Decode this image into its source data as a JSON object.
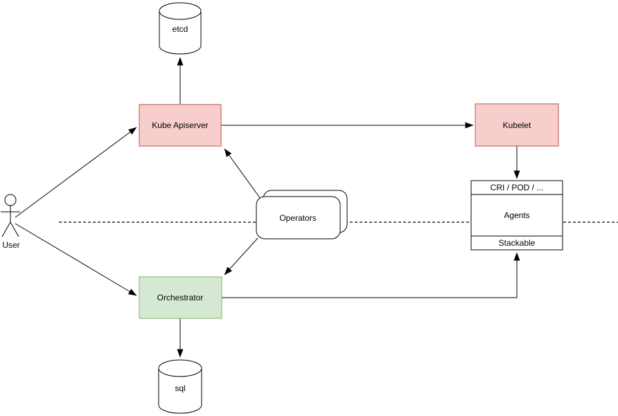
{
  "diagram": {
    "nodes": {
      "user": {
        "label": "User"
      },
      "etcd": {
        "label": "etcd"
      },
      "kube_apiserver": {
        "label": "Kube Apiserver"
      },
      "kubelet": {
        "label": "Kubelet"
      },
      "operators": {
        "label": "Operators"
      },
      "agents": {
        "header": "CRI / POD / ...",
        "label": "Agents",
        "footer": "Stackable"
      },
      "orchestrator": {
        "label": "Orchestrator"
      },
      "sql": {
        "label": "sql"
      }
    },
    "edges": [
      {
        "from": "user",
        "to": "kube_apiserver"
      },
      {
        "from": "user",
        "to": "orchestrator"
      },
      {
        "from": "kube_apiserver",
        "to": "etcd"
      },
      {
        "from": "kube_apiserver",
        "to": "kubelet"
      },
      {
        "from": "kubelet",
        "to": "agents"
      },
      {
        "from": "operators",
        "to": "kube_apiserver"
      },
      {
        "from": "operators",
        "to": "orchestrator"
      },
      {
        "from": "orchestrator",
        "to": "agents"
      },
      {
        "from": "orchestrator",
        "to": "sql"
      }
    ],
    "colors": {
      "red_fill": "#f8cecc",
      "red_stroke": "#b85450",
      "green_fill": "#d5e8d4",
      "green_stroke": "#82b366",
      "neutral_fill": "#ffffff",
      "neutral_stroke": "#000000",
      "background": "#ffffff"
    }
  }
}
